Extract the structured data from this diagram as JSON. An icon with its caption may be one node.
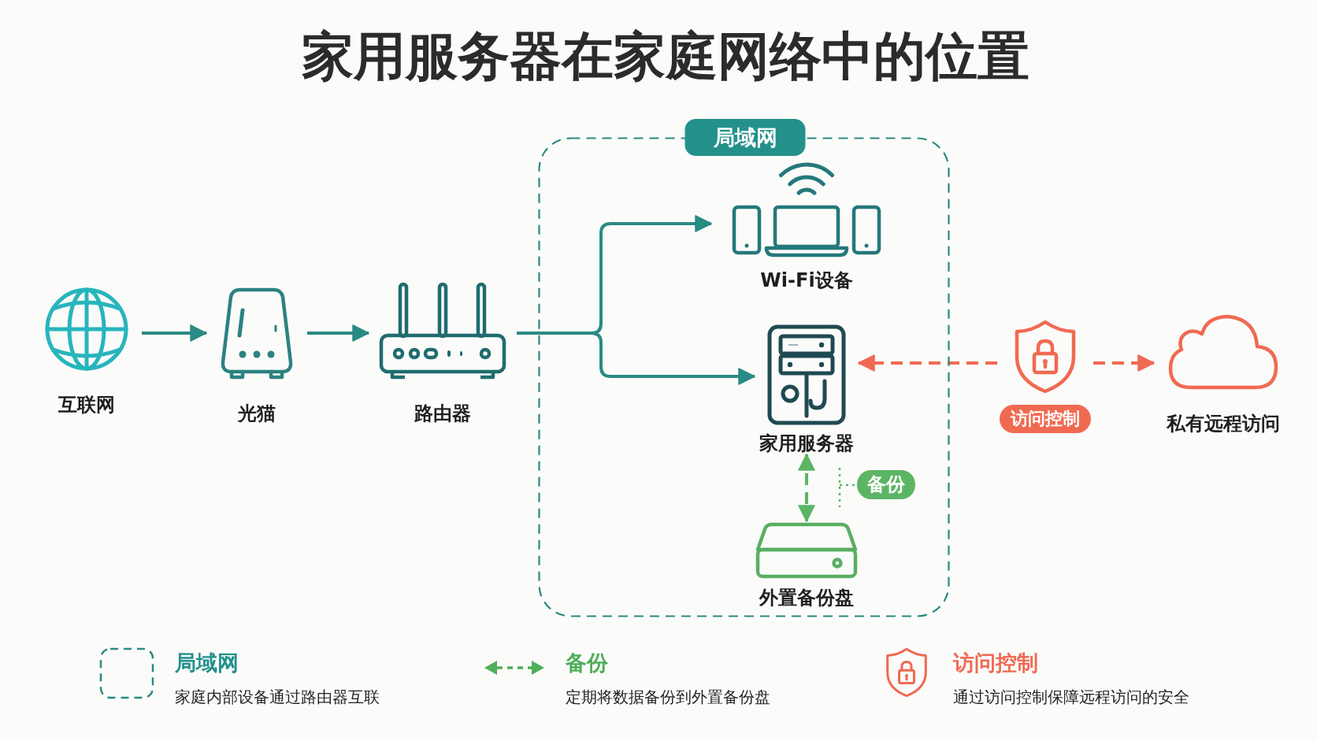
{
  "diagram": {
    "title": "家用服务器在家庭网络中的位置",
    "nodes": [
      {
        "text": [
          "互联网"
        ]
      },
      {
        "text": [
          "光猫"
        ]
      },
      {
        "text": [
          "路由器"
        ]
      },
      {
        "text": [
          "局域网"
        ]
      },
      {
        "text": [
          "Wi-Fi设备"
        ],
        "in": 3
      },
      {
        "text": [
          "家用服务器"
        ],
        "in": 3
      },
      {
        "text": [
          "外置备份盘"
        ],
        "in": 3
      },
      {
        "text": [
          "访问控制"
        ]
      },
      {
        "text": [
          "私有远程访问"
        ]
      }
    ],
    "edges": [
      {
        "from": 0,
        "to": 1,
        "arrow": "to"
      },
      {
        "from": 1,
        "to": 2,
        "arrow": "to"
      },
      {
        "from": 2,
        "to": 4,
        "arrow": "to"
      },
      {
        "from": 2,
        "to": 5,
        "arrow": "to"
      },
      {
        "from": 7,
        "to": 5,
        "arrow": "to",
        "style": "dashed",
        "color": "#f06a52"
      },
      {
        "from": 7,
        "to": 8,
        "arrow": "to",
        "style": "dashed",
        "color": "#f06a52"
      },
      {
        "from": 5,
        "to": 6,
        "arrow": "both",
        "label": "备份",
        "style": "dashed",
        "color": "#5cb565"
      }
    ],
    "labels": [
      "家庭内部设备通过路由器互联",
      "定期将数据备份到外置备份盘",
      "通过访问控制保障远程访问的安全"
    ],
    "legend": [
      {
        "text": "局域网"
      },
      {
        "text": "备份"
      },
      {
        "text": "访问控制"
      }
    ]
  }
}
